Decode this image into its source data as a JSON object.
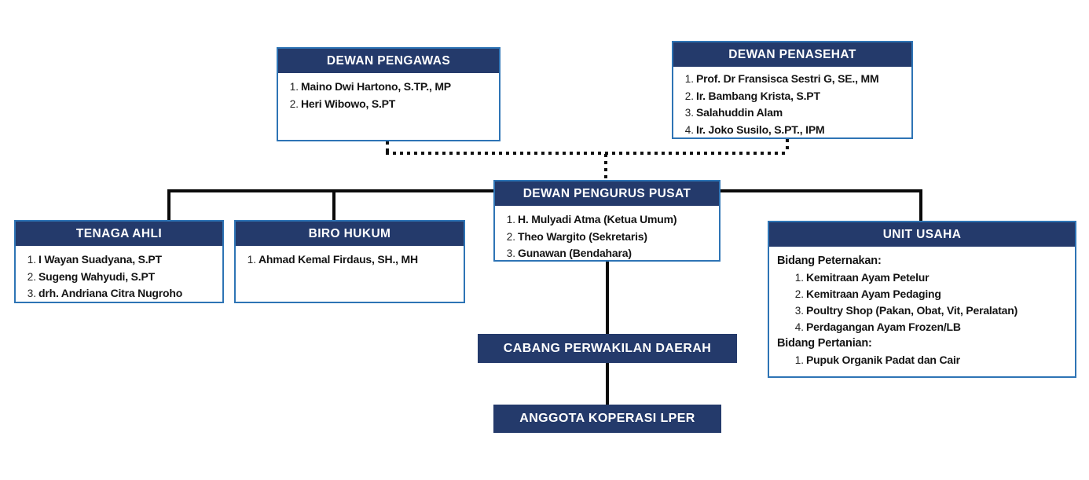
{
  "colors": {
    "header_bg": "#243a6b",
    "box_border": "#2e74b5",
    "connector_solid": "#0a0a0a",
    "connector_dotted": "#111111",
    "header_text": "#ffffff",
    "body_text": "#141414"
  },
  "boxes": {
    "dewan_pengawas": {
      "title": "DEWAN PENGAWAS",
      "members": [
        "Maino Dwi Hartono, S.TP., MP",
        "Heri Wibowo, S.PT"
      ]
    },
    "dewan_penasehat": {
      "title": "DEWAN PENASEHAT",
      "members": [
        "Prof. Dr Fransisca Sestri G, SE., MM",
        "Ir. Bambang Krista, S.PT",
        "Salahuddin Alam",
        "Ir. Joko Susilo, S.PT., IPM"
      ]
    },
    "dewan_pengurus_pusat": {
      "title": "DEWAN PENGURUS PUSAT",
      "members": [
        "H. Mulyadi Atma (Ketua Umum)",
        "Theo Wargito (Sekretaris)",
        "Gunawan (Bendahara)"
      ]
    },
    "tenaga_ahli": {
      "title": "TENAGA AHLI",
      "members": [
        "I Wayan Suadyana, S.PT",
        "Sugeng Wahyudi, S.PT",
        "drh. Andriana Citra Nugroho"
      ]
    },
    "biro_hukum": {
      "title": "BIRO HUKUM",
      "members": [
        "Ahmad Kemal Firdaus, SH., MH"
      ]
    },
    "unit_usaha": {
      "title": "UNIT USAHA",
      "sections": [
        {
          "heading": "Bidang Peternakan:",
          "items": [
            "Kemitraan Ayam Petelur",
            "Kemitraan Ayam Pedaging",
            "Poultry Shop (Pakan, Obat, Vit, Peralatan)",
            "Perdagangan Ayam Frozen/LB"
          ]
        },
        {
          "heading": "Bidang Pertanian:",
          "items": [
            "Pupuk Organik Padat dan Cair"
          ]
        }
      ]
    },
    "cabang_perwakilan_daerah": {
      "title": "CABANG PERWAKILAN DAERAH"
    },
    "anggota_koperasi_lper": {
      "title": "ANGGOTA KOPERASI LPER"
    }
  }
}
